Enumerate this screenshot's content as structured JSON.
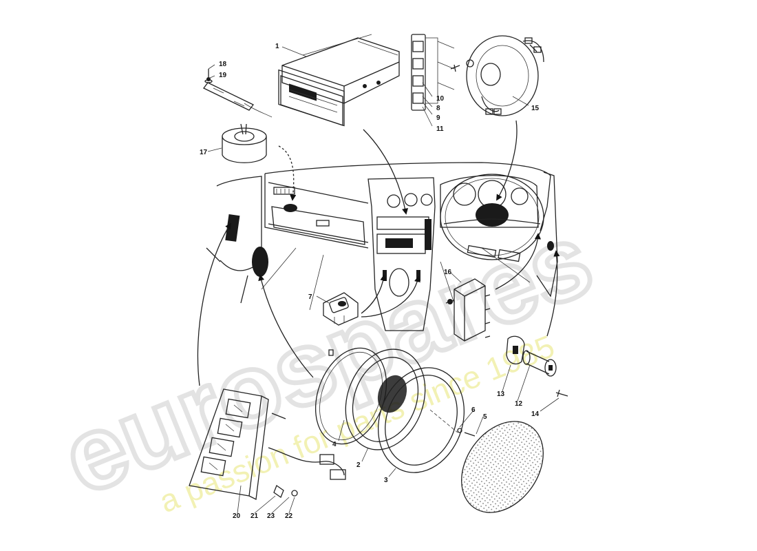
{
  "watermark": {
    "brand": "eurospares",
    "tagline": "a passion for parts since 1985"
  },
  "callouts": [
    {
      "id": "c1",
      "text": "1"
    },
    {
      "id": "c2",
      "text": "2"
    },
    {
      "id": "c3",
      "text": "3"
    },
    {
      "id": "c4",
      "text": "4"
    },
    {
      "id": "c5",
      "text": "5"
    },
    {
      "id": "c6",
      "text": "6"
    },
    {
      "id": "c7",
      "text": "7"
    },
    {
      "id": "c8",
      "text": "8"
    },
    {
      "id": "c9",
      "text": "9"
    },
    {
      "id": "c10",
      "text": "10"
    },
    {
      "id": "c11",
      "text": "11"
    },
    {
      "id": "c12",
      "text": "12"
    },
    {
      "id": "c13",
      "text": "13"
    },
    {
      "id": "c14",
      "text": "14"
    },
    {
      "id": "c15",
      "text": "15"
    },
    {
      "id": "c16",
      "text": "16"
    },
    {
      "id": "c17",
      "text": "17"
    },
    {
      "id": "c18",
      "text": "18"
    },
    {
      "id": "c19",
      "text": "19"
    },
    {
      "id": "c20",
      "text": "20"
    },
    {
      "id": "c21",
      "text": "21"
    },
    {
      "id": "c22",
      "text": "22"
    },
    {
      "id": "c23",
      "text": "23"
    }
  ]
}
